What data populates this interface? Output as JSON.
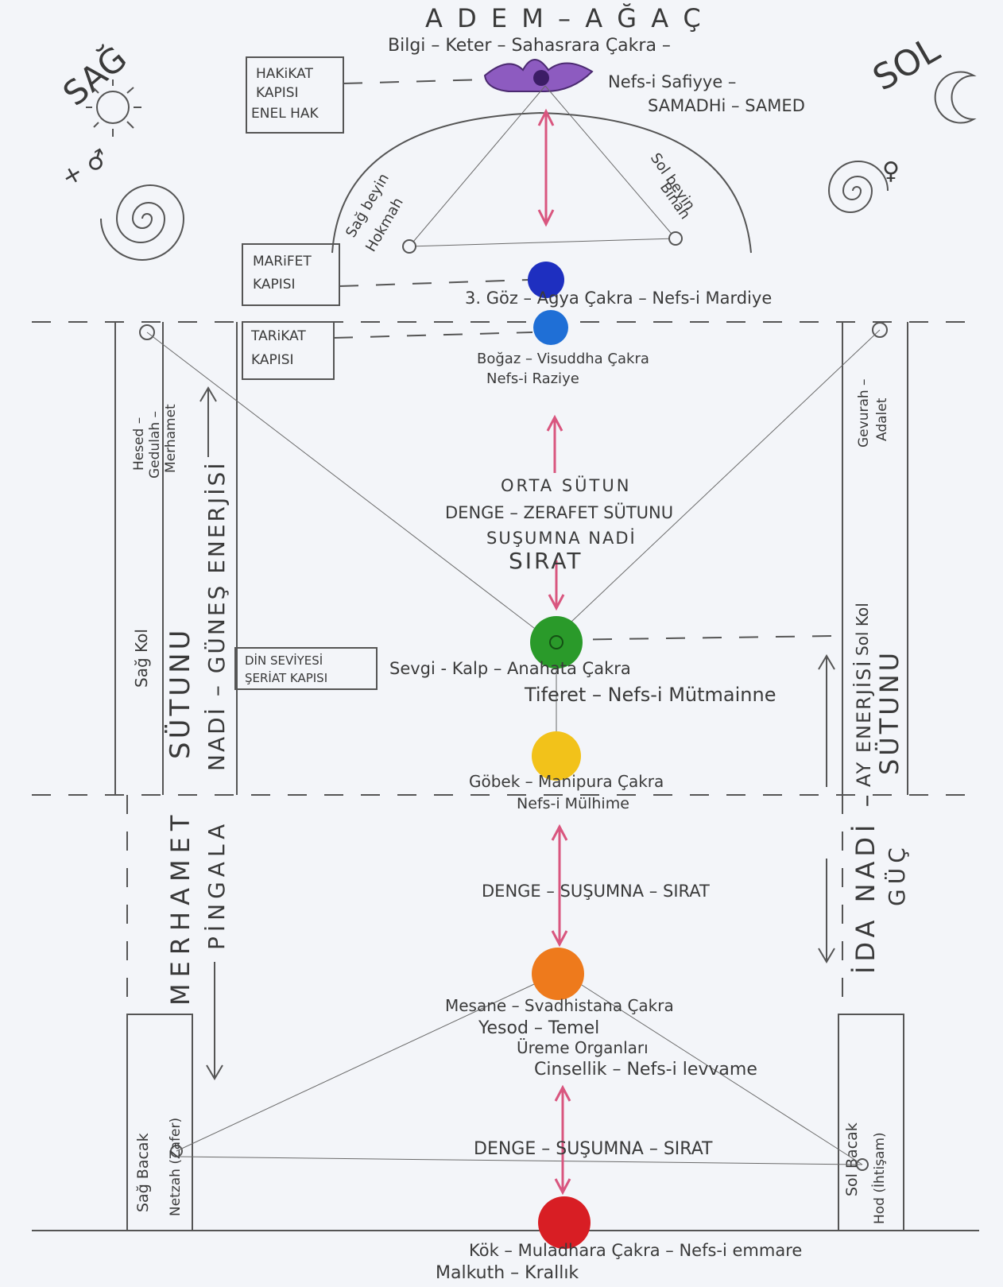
{
  "title": "A D E M – A Ğ A Ç",
  "crown": {
    "line1": "Bilgi – Keter – Sahasrara Çakra –",
    "line2": "Nefs-i Safiyye –",
    "line3": "SAMADHi – SAMED"
  },
  "sides": {
    "right_word": "SAĞ",
    "right_sign": "+ ♂",
    "left_word": "SOL",
    "left_sign": "♀"
  },
  "gates": {
    "hakikat": [
      "HAKiKAT",
      "KAPISI",
      "ENEL HAK"
    ],
    "marifet": [
      "MARiFET",
      "KAPISI"
    ],
    "tarikat": [
      "TARiKAT",
      "KAPISI"
    ],
    "seriat": [
      "DİN SEVİYESİ",
      "ŞERİAT KAPISI"
    ]
  },
  "brain": {
    "right": [
      "Sağ beyin",
      "Hokmah"
    ],
    "left": [
      "Sol beyin",
      "Binah"
    ]
  },
  "chakras": {
    "third_eye": "3. Göz – Agya Çakra – Nefs-i Mardiye",
    "throat": [
      "Boğaz – Visuddha Çakra",
      "Nefs-i Raziye"
    ],
    "heart": [
      "Sevgi - Kalp – Anahata Çakra",
      "Tiferet – Nefs-i Mütmainne"
    ],
    "navel": [
      "Göbek – Manipura Çakra",
      "Nefs-i Mülhime"
    ],
    "sacral": [
      "Mesane – Svadhistana Çakra",
      "Yesod – Temel",
      "Üreme Organları",
      "Cinsellik – Nefs-i levvame"
    ],
    "root": [
      "Kök – Muladhara Çakra – Nefs-i emmare",
      "Malkuth – Krallık"
    ]
  },
  "middle": {
    "title": [
      "ORTA SÜTUN",
      "DENGE – ZERAFET SÜTUNU",
      "SUŞUMNA NADİ",
      "SIRAT"
    ],
    "balance1": "DENGE – SUŞUMNA – SIRAT",
    "balance2": "DENGE – SUŞUMNA – SIRAT"
  },
  "right_pillar": {
    "hesed": [
      "Hesed –",
      "Gedulah –",
      "Merhamet"
    ],
    "arm": "Sağ Kol",
    "column": "SÜTUNU",
    "mercy": "MERHAMET",
    "energy": "NADİ – GÜNEŞ ENERJİSİ",
    "pingala": "PİNGALA",
    "leg": [
      "Sağ Bacak",
      "Netzah (Zafer)"
    ]
  },
  "left_pillar": {
    "gevurah": [
      "Gevurah –",
      "Adalet"
    ],
    "arm": "Sol Kol",
    "column": "SÜTUNU",
    "energy": "AY ENERJİSİ",
    "ida": "İDA NADİ –",
    "power": "GÜÇ",
    "leg": [
      "Sol Bacak",
      "Hod (İhtişam)"
    ]
  },
  "colors": {
    "crown": "#7b3fa8",
    "third_eye": "#1e2fc0",
    "throat": "#1f6fd6",
    "heart": "#2a9a2a",
    "navel": "#f2c21a",
    "sacral": "#ee7a1c",
    "root": "#d81e24",
    "arrow": "#d9567f"
  }
}
